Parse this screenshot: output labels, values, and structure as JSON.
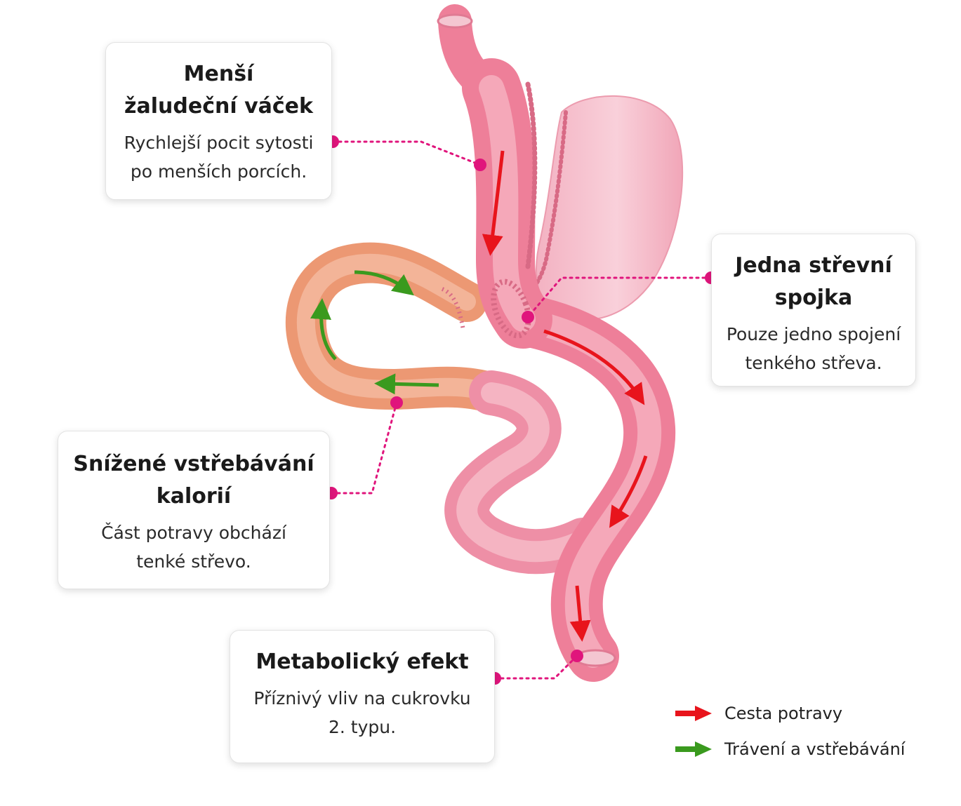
{
  "cards": {
    "pouch": {
      "title_line1": "Menší",
      "title_line2": "žaludeční váček",
      "desc_line1": "Rychlejší pocit sytosti",
      "desc_line2": "po menších porcích."
    },
    "junction": {
      "title_line1": "Jedna střevní",
      "title_line2": "spojka",
      "desc_line1": "Pouze jedno spojení",
      "desc_line2": "tenkého střeva."
    },
    "absorption": {
      "title_line1": "Snížené vstřebávání",
      "title_line2": "kalorií",
      "desc_line1": "Část potravy obchází",
      "desc_line2": "tenké střevo."
    },
    "metabolic": {
      "title_line1": "Metabolický efekt",
      "desc_line1": "Příznivý vliv na cukrovku",
      "desc_line2": "2. typu."
    }
  },
  "legend": {
    "food_path": {
      "label": "Cesta potravy",
      "color": "#e8141c"
    },
    "digestion": {
      "label": "Trávení a vstřebávání",
      "color": "#3a9a1e"
    }
  },
  "colors": {
    "connector": "#e0157c",
    "tissue": "#ee7f99",
    "tissue_light": "#f6b8c6",
    "bypassed_limb": "#f0a98a"
  }
}
